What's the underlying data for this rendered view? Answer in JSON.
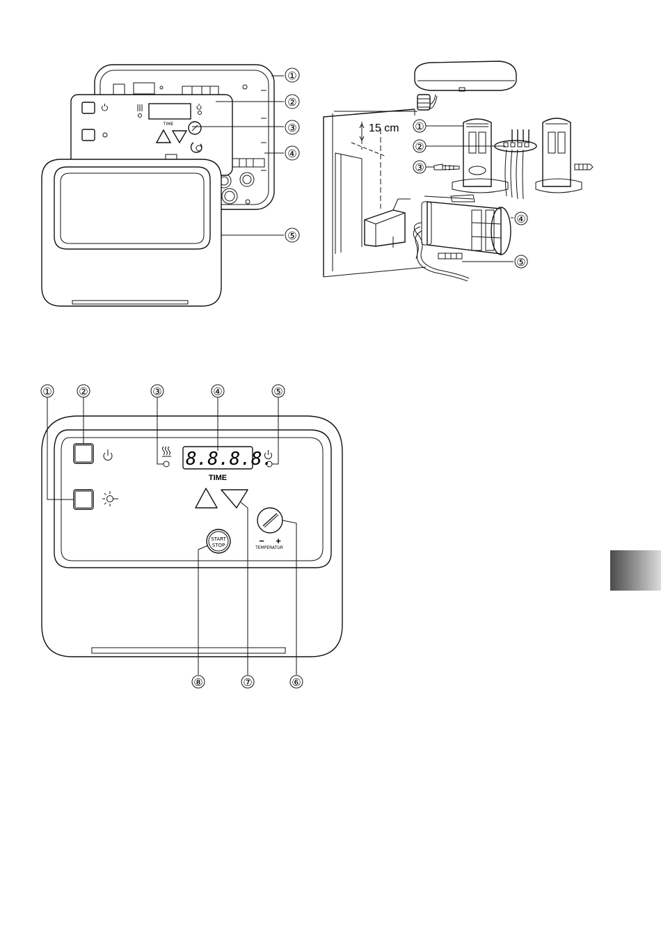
{
  "callouts": {
    "fig1": [
      "①",
      "②",
      "③",
      "④",
      "⑤"
    ],
    "fig2": [
      "①",
      "②",
      "③",
      "④",
      "⑤"
    ],
    "fig3_top": [
      "①",
      "②",
      "③",
      "④",
      "⑤"
    ],
    "fig3_bottom": [
      "⑧",
      "⑦",
      "⑥"
    ]
  },
  "fig1": {
    "time_label": "TIME"
  },
  "fig2": {
    "dimension": "15 cm"
  },
  "panel": {
    "display": "8.8.8.8.",
    "time_label": "TIME",
    "start_label_1": "START",
    "start_label_2": "STOP",
    "temp_minus": "−",
    "temp_plus": "+",
    "temp_label": "TEMPERATUR"
  },
  "colors": {
    "line": "#111111",
    "tab_dark": "#555555",
    "tab_light": "#d8d8d8"
  }
}
